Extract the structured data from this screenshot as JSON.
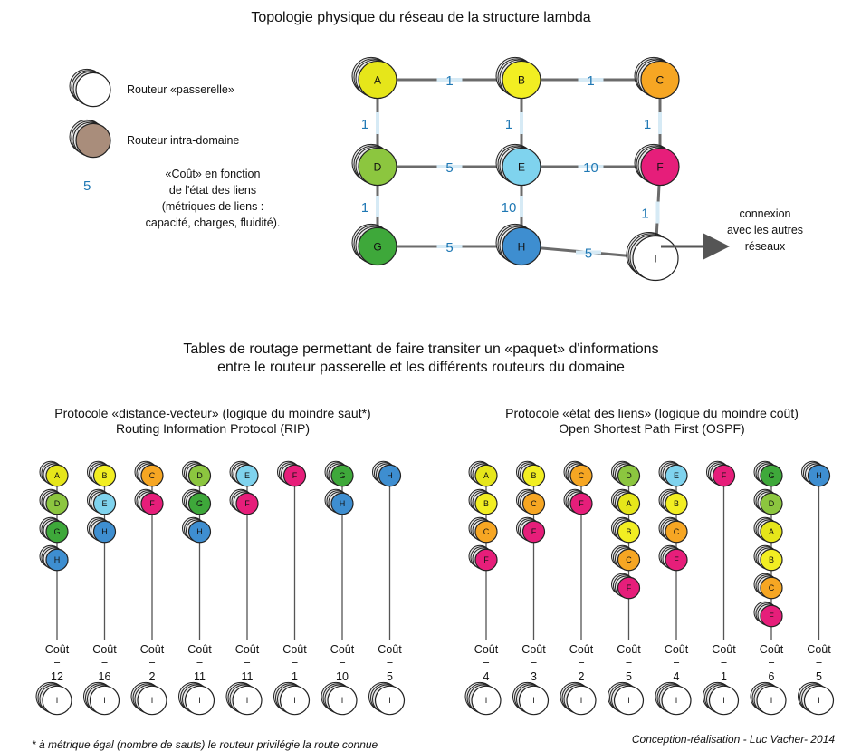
{
  "title": "Topologie physique du réseau de la structure lambda",
  "legend": {
    "gateway": "Routeur «passerelle»",
    "intra": "Routeur intra-domaine",
    "cost_example": "5",
    "cost_desc": [
      "«Coût» en fonction",
      "de l'état des liens",
      "(métriques de liens :",
      "capacité, charges, fluidité)."
    ]
  },
  "colors": {
    "A": "#e6e61a",
    "B": "#f2ee22",
    "C": "#f6a623",
    "D": "#8cc63f",
    "E": "#7fd3ee",
    "F": "#e61e7a",
    "G": "#3ea83a",
    "H": "#3e8ed0",
    "I": "#ffffff",
    "intra": "#a98d7b",
    "edge_cost": "#1f78b4"
  },
  "nodes": [
    {
      "id": "A",
      "label": "A"
    },
    {
      "id": "B",
      "label": "B"
    },
    {
      "id": "C",
      "label": "C"
    },
    {
      "id": "D",
      "label": "D"
    },
    {
      "id": "E",
      "label": "E"
    },
    {
      "id": "F",
      "label": "F"
    },
    {
      "id": "G",
      "label": "G"
    },
    {
      "id": "H",
      "label": "H"
    },
    {
      "id": "I",
      "label": "I"
    }
  ],
  "edges": [
    {
      "from": "A",
      "to": "B",
      "cost": "1"
    },
    {
      "from": "B",
      "to": "C",
      "cost": "1"
    },
    {
      "from": "A",
      "to": "D",
      "cost": "1"
    },
    {
      "from": "B",
      "to": "E",
      "cost": "1"
    },
    {
      "from": "C",
      "to": "F",
      "cost": "1"
    },
    {
      "from": "D",
      "to": "E",
      "cost": "5"
    },
    {
      "from": "E",
      "to": "F",
      "cost": "10"
    },
    {
      "from": "D",
      "to": "G",
      "cost": "1"
    },
    {
      "from": "E",
      "to": "H",
      "cost": "10"
    },
    {
      "from": "F",
      "to": "I",
      "cost": "1"
    },
    {
      "from": "G",
      "to": "H",
      "cost": "5"
    },
    {
      "from": "H",
      "to": "I",
      "cost": "5"
    }
  ],
  "external": [
    "connexion",
    "avec les autres",
    "réseaux"
  ],
  "tables_title": [
    "Tables de routage permettant de faire transiter un «paquet» d'informations",
    "entre le routeur passerelle et les différents routeurs du domaine"
  ],
  "rip": {
    "title": [
      "Protocole «distance-vecteur» (logique du moindre saut*)",
      "Routing Information Protocol (RIP)"
    ],
    "routes": [
      {
        "path": [
          "A",
          "D",
          "G",
          "H"
        ],
        "cost": "12"
      },
      {
        "path": [
          "B",
          "E",
          "H"
        ],
        "cost": "16"
      },
      {
        "path": [
          "C",
          "F"
        ],
        "cost": "2"
      },
      {
        "path": [
          "D",
          "G",
          "H"
        ],
        "cost": "11"
      },
      {
        "path": [
          "E",
          "F"
        ],
        "cost": "11"
      },
      {
        "path": [
          "F"
        ],
        "cost": "1"
      },
      {
        "path": [
          "G",
          "H"
        ],
        "cost": "10"
      },
      {
        "path": [
          "H"
        ],
        "cost": "5"
      }
    ]
  },
  "ospf": {
    "title": [
      "Protocole «état des liens» (logique du moindre coût)",
      "Open Shortest Path First (OSPF)"
    ],
    "routes": [
      {
        "path": [
          "A",
          "B",
          "C",
          "F"
        ],
        "cost": "4"
      },
      {
        "path": [
          "B",
          "C",
          "F"
        ],
        "cost": "3"
      },
      {
        "path": [
          "C",
          "F"
        ],
        "cost": "2"
      },
      {
        "path": [
          "D",
          "A",
          "B",
          "C",
          "F"
        ],
        "cost": "5"
      },
      {
        "path": [
          "E",
          "B",
          "C",
          "F"
        ],
        "cost": "4"
      },
      {
        "path": [
          "F"
        ],
        "cost": "1"
      },
      {
        "path": [
          "G",
          "D",
          "A",
          "B",
          "C",
          "F"
        ],
        "cost": "6"
      },
      {
        "path": [
          "H"
        ],
        "cost": "5"
      }
    ]
  },
  "cost_word": "Coût",
  "equals": "=",
  "gateway_label": "I",
  "footnote": "* à métrique égal (nombre de sauts) le routeur privilégie la route connue",
  "credit": "Conception-réalisation - Luc Vacher- 2014"
}
